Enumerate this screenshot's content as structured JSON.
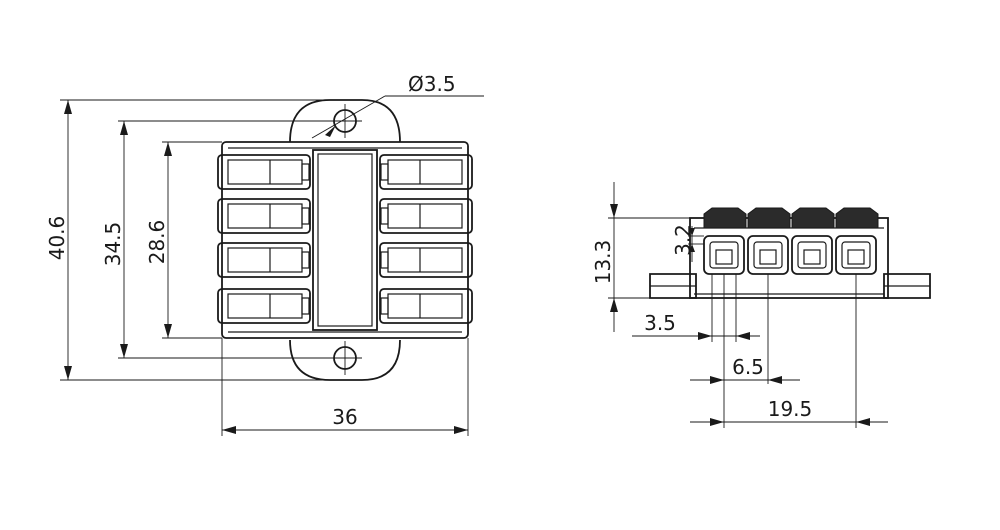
{
  "drawing": {
    "top_view": {
      "hole_diameter_label": "Ø3.5",
      "overall_height_label": "40.6",
      "hole_spacing_label": "34.5",
      "body_height_label": "28.6",
      "width_label": "36"
    },
    "side_view": {
      "total_height_label": "13.3",
      "terminal_height_label": "3.2",
      "offset_label": "3.5",
      "pitch_label": "6.5",
      "span_label": "19.5"
    }
  }
}
